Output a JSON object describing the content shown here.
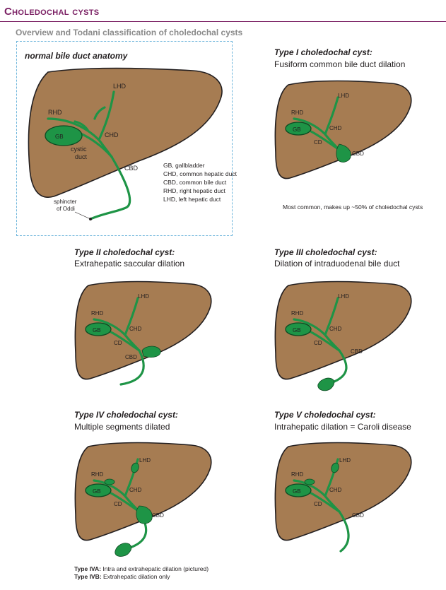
{
  "header": {
    "title": "Choledochal cysts",
    "subtitle": "Overview and Todani classification of choledochal cysts"
  },
  "normal": {
    "title": "normal bile duct anatomy",
    "labels": {
      "lhd": "LHD",
      "rhd": "RHD",
      "chd": "CHD",
      "gb": "GB",
      "cystic1": "cystic",
      "cystic2": "duct",
      "cbd": "CBD",
      "sphincter1": "sphincter",
      "sphincter2": "of Oddi"
    },
    "legend": [
      "GB, gallbladder",
      "CHD, common hepatic duct",
      "CBD, common bile duct",
      "RHD, right hepatic duct",
      "LHD, left hepatic duct"
    ]
  },
  "type1": {
    "title": "Type I choledochal cyst:",
    "subtitle": "Fusiform common bile duct dilation",
    "note": "Most common, makes up ~50% of choledochal cysts"
  },
  "type2": {
    "title": "Type II choledochal cyst:",
    "subtitle": "Extrahepatic saccular dilation"
  },
  "type3": {
    "title": "Type III choledochal cyst:",
    "subtitle": "Dilation of intraduodenal bile duct"
  },
  "type4": {
    "title": "Type IV choledochal cyst:",
    "subtitle": "Multiple segments dilated",
    "note_a_label": "Type IVA:",
    "note_a_text": " Intra and extrahepatic dilation (pictured)",
    "note_b_label": "Type IVB:",
    "note_b_text": " Extrahepatic dilation only"
  },
  "type5": {
    "title": "Type V choledochal cyst:",
    "subtitle": "Intrahepatic dilation = Caroli disease"
  },
  "small_labels": {
    "lhd": "LHD",
    "rhd": "RHD",
    "chd": "CHD",
    "gb": "GB",
    "cd": "CD",
    "cbd": "CBD"
  },
  "colors": {
    "liver": "#a67c52",
    "duct": "#1e9446",
    "title": "#7a1f63",
    "box_border": "#6fb6dc"
  }
}
